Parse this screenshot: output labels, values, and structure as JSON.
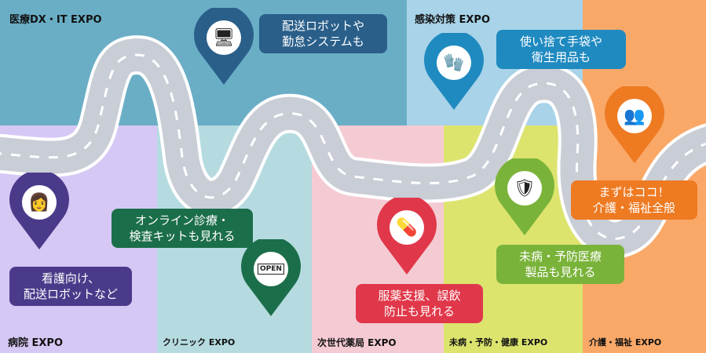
{
  "zones": [
    {
      "label": "医療DX・IT EXPO",
      "color": "#6aaec6"
    },
    {
      "label": "感染対策 EXPO",
      "color": "#a8d3e8"
    },
    {
      "label": "介護・福祉 EXPO",
      "color": "#f9a868"
    },
    {
      "label": "病院 EXPO",
      "color": "#d6c8f5"
    },
    {
      "label": "クリニック EXPO",
      "color": "#b5dbe0"
    },
    {
      "label": "次世代薬局 EXPO",
      "color": "#f5cbd3"
    },
    {
      "label": "未病・予防・健康 EXPO",
      "color": "#dce46e"
    }
  ],
  "callouts": [
    {
      "text": "配送ロボットや\n勤怠システムも",
      "color": "#2a5f8a"
    },
    {
      "text": "使い捨て手袋や\n衛生用品も",
      "color": "#1f8ac0"
    },
    {
      "text": "まずはココ！\n介護・福祉全般",
      "color": "#ee7a22"
    },
    {
      "text": "オンライン診療・\n検査キットも見れる",
      "color": "#1b6e4a"
    },
    {
      "text": "看護向け、\n配送ロボットなど",
      "color": "#4b3a8a"
    },
    {
      "text": "服薬支援、誤飲\n防止も見れる",
      "color": "#e0384a"
    },
    {
      "text": "未病・予防医療\n製品も見れる",
      "color": "#7ab33a"
    }
  ],
  "pins": [
    {
      "icon": "monitor-icon",
      "color": "#2a5f8a"
    },
    {
      "icon": "gloves-icon",
      "color": "#1f8ac0"
    },
    {
      "icon": "caregiver-icon",
      "color": "#ee7a22"
    },
    {
      "icon": "nurse-icon",
      "color": "#4b3a8a"
    },
    {
      "icon": "clinic-open-icon",
      "color": "#1b6e4a",
      "sign": "OPEN"
    },
    {
      "icon": "medicine-icon",
      "color": "#e0384a"
    },
    {
      "icon": "shield-virus-icon",
      "color": "#7ab33a"
    }
  ]
}
